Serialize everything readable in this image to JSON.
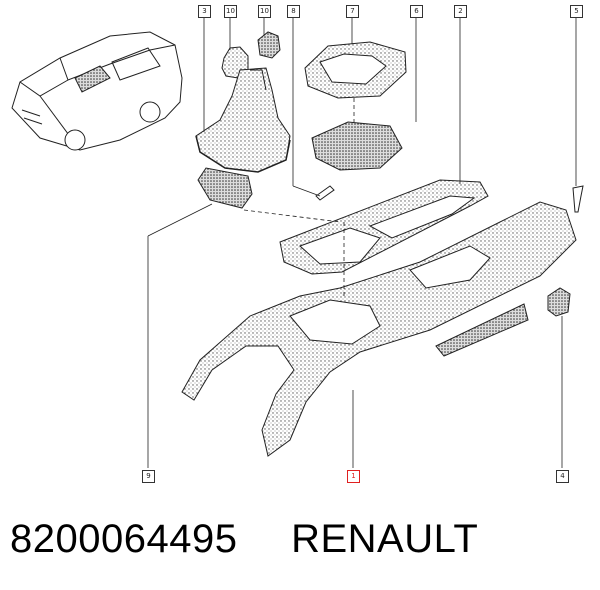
{
  "callouts": [
    "3",
    "10",
    "10",
    "8",
    "7",
    "6",
    "2",
    "5",
    "9",
    "1",
    "4"
  ],
  "part_number": "8200064495",
  "brand": "RENAULT",
  "colors": {
    "line": "#222222",
    "highlight": "#e02020"
  }
}
